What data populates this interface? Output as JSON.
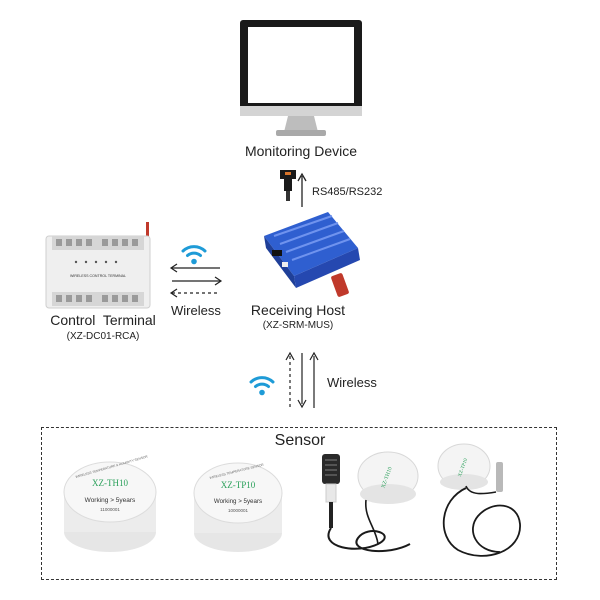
{
  "monitor": {
    "label": "Monitoring Device"
  },
  "rs_link": {
    "label": "RS485/RS232"
  },
  "host": {
    "label": "Receiving Host",
    "model": "(XZ-SRM-MUS)"
  },
  "terminal": {
    "label": "Control  Terminal",
    "model": "(XZ-DC01-RCA)",
    "panel_text": "WIRELESS CONTROL TERMINAL"
  },
  "wireless_left": {
    "label": "Wireless"
  },
  "wireless_down": {
    "label": "Wireless"
  },
  "sensor_group": {
    "title": "Sensor"
  },
  "sensors": [
    {
      "model": "XZ-TH10",
      "arc_text": "WIRELESS TEMPERATURE & HUMIDITY SENSOR",
      "working": "Working > 5years",
      "serial": "11000001"
    },
    {
      "model": "XZ-TP10",
      "arc_text": "WIRELESS TEMPERATURE SENSOR",
      "working": "Working > 5years",
      "serial": "10000001"
    },
    {
      "model": "XZ-TH10"
    },
    {
      "model": "XZ-TP10"
    }
  ],
  "colors": {
    "accent": "#1e9bd7",
    "host_blue": "#2f5fd0",
    "sensor_text": "#2aa05a"
  }
}
